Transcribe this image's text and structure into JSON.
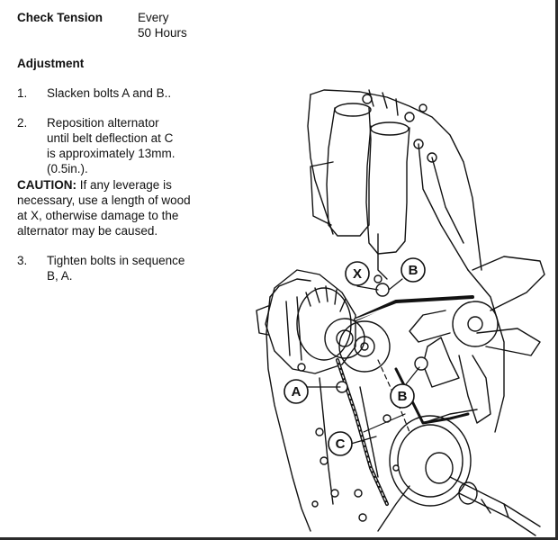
{
  "header": {
    "label": "Check Tension",
    "interval_line1": "Every",
    "interval_line2": "50 Hours"
  },
  "section_title": "Adjustment",
  "steps": [
    {
      "number": "1.",
      "lines": [
        "Slacken bolts A and B.."
      ]
    },
    {
      "number": "2.",
      "lines": [
        "Reposition alternator",
        "until belt deflection at C",
        "is approximately 13mm.",
        "(0.5in.)."
      ]
    },
    {
      "number": "3.",
      "lines": [
        "Tighten bolts in sequence",
        "B, A."
      ]
    }
  ],
  "caution": {
    "label": "CAUTION:",
    "lines": [
      "If any leverage is",
      "necessary, use a length of wood",
      "at X, otherwise damage to the",
      "alternator may be caused."
    ]
  },
  "diagram_callouts": {
    "x": "X",
    "b_top": "B",
    "a": "A",
    "b_lower": "B",
    "c": "C"
  }
}
